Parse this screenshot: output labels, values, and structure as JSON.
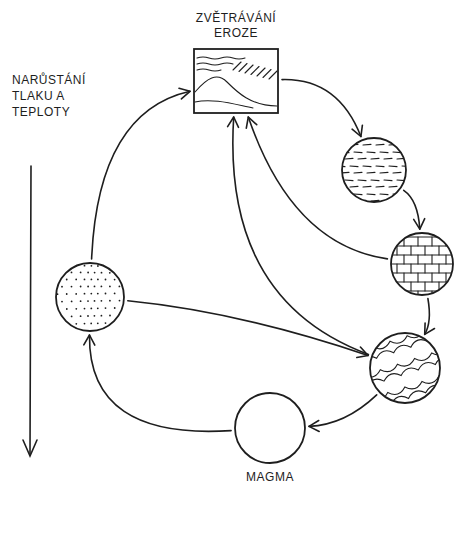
{
  "diagram": {
    "nodes": [
      {
        "text": [
          "ZVĚTRÁVÁNÍ EROZE"
        ]
      },
      {
        "text": []
      },
      {
        "text": []
      },
      {
        "text": []
      },
      {
        "text": [
          "MAGMA"
        ]
      },
      {
        "text": []
      }
    ],
    "edges": [
      {
        "from": 0,
        "to": 1,
        "arrow": "to"
      },
      {
        "from": 1,
        "to": 2,
        "arrow": "to"
      },
      {
        "from": 2,
        "to": 3,
        "arrow": "to"
      },
      {
        "from": 2,
        "to": 0,
        "arrow": "to"
      },
      {
        "from": 3,
        "to": 0,
        "arrow": "to"
      },
      {
        "from": 3,
        "to": 4,
        "arrow": "to"
      },
      {
        "from": 4,
        "to": 5,
        "arrow": "to"
      },
      {
        "from": 5,
        "to": 0,
        "arrow": "to"
      },
      {
        "from": 5,
        "to": 3,
        "arrow": "to"
      }
    ],
    "labels": [
      "NARŮSTÁNÍ TLAKU A TEPLOTY"
    ]
  }
}
